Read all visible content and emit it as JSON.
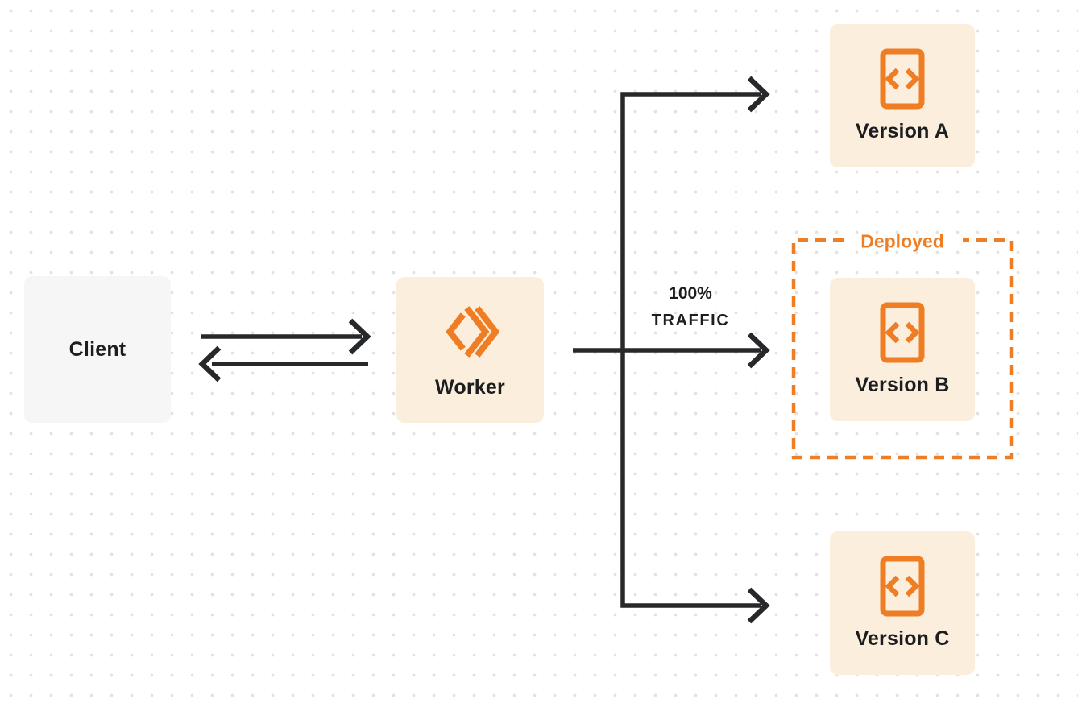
{
  "diagram": {
    "nodes": {
      "client": {
        "label": "Client"
      },
      "worker": {
        "label": "Worker"
      },
      "version_a": {
        "label": "Version A"
      },
      "version_b": {
        "label": "Version B"
      },
      "version_c": {
        "label": "Version C"
      }
    },
    "deployed_group": {
      "label": "Deployed"
    },
    "traffic_label": {
      "line1": "100%",
      "line2": "TRAFFIC"
    },
    "icons": {
      "worker_icon": "cloudflare-worker-icon",
      "version_icon": "code-file-icon"
    },
    "edges": [
      {
        "from": "client",
        "to": "worker",
        "style": "double-arrow"
      },
      {
        "from": "worker",
        "to": "version_a",
        "style": "arrow"
      },
      {
        "from": "worker",
        "to": "version_b",
        "style": "arrow",
        "label": "100% TRAFFIC"
      },
      {
        "from": "worker",
        "to": "version_c",
        "style": "arrow"
      }
    ],
    "colors": {
      "accent_orange": "#ee7d24",
      "node_cream": "#fbeedc",
      "node_gray": "#f6f6f7",
      "arrow_dark": "#27282a",
      "text_dark": "#1c1d1f",
      "dot_grid": "#e2e2e5",
      "background": "#ffffff"
    }
  }
}
